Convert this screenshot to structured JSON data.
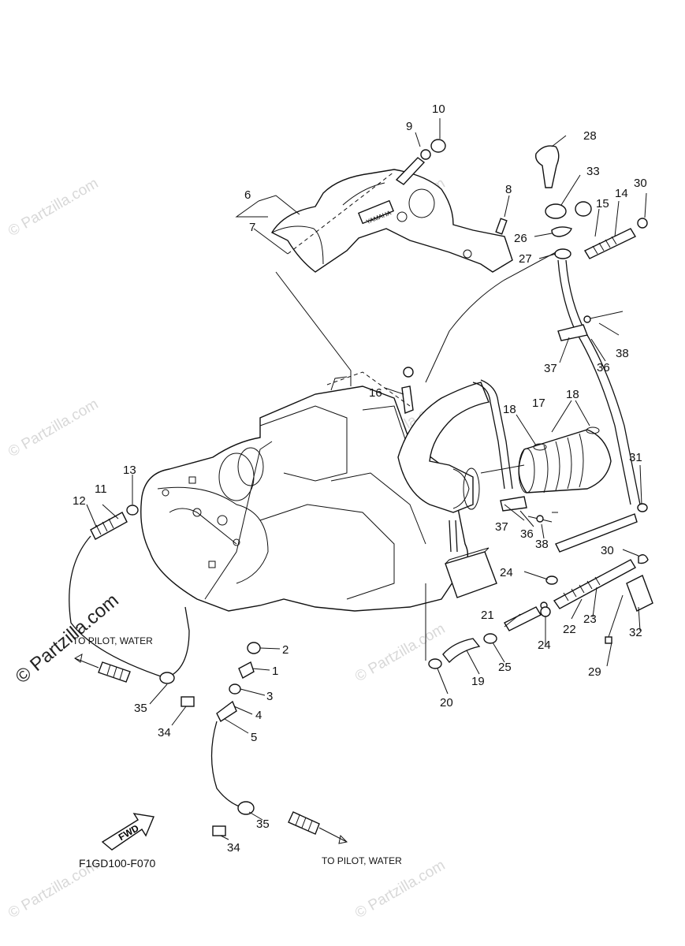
{
  "watermark": {
    "text": "© Partzilla.com"
  },
  "diagram_code": "F1GD100-F070",
  "notes": {
    "to_pilot_water_left": "TO PILOT, WATER",
    "to_pilot_water_bottom": "TO PILOT, WATER",
    "fwd": "FWD",
    "yamaha": "YAMAHA"
  },
  "labels": {
    "p1": "1",
    "p2": "2",
    "p3": "3",
    "p4": "4",
    "p5": "5",
    "p6": "6",
    "p7": "7",
    "p8": "8",
    "p9": "9",
    "p10": "10",
    "p11": "11",
    "p12": "12",
    "p13": "13",
    "p14": "14",
    "p15": "15",
    "p16": "16",
    "p17": "17",
    "p18a": "18",
    "p18b": "18",
    "p19": "19",
    "p20": "20",
    "p21": "21",
    "p22": "22",
    "p23": "23",
    "p24a": "24",
    "p24b": "24",
    "p25": "25",
    "p26": "26",
    "p27": "27",
    "p28": "28",
    "p29": "29",
    "p30a": "30",
    "p30b": "30",
    "p31": "31",
    "p32": "32",
    "p33": "33",
    "p34a": "34",
    "p34b": "34",
    "p35a": "35",
    "p35b": "35",
    "p36a": "36",
    "p36b": "36",
    "p37a": "37",
    "p37b": "37",
    "p38a": "38",
    "p38b": "38"
  }
}
